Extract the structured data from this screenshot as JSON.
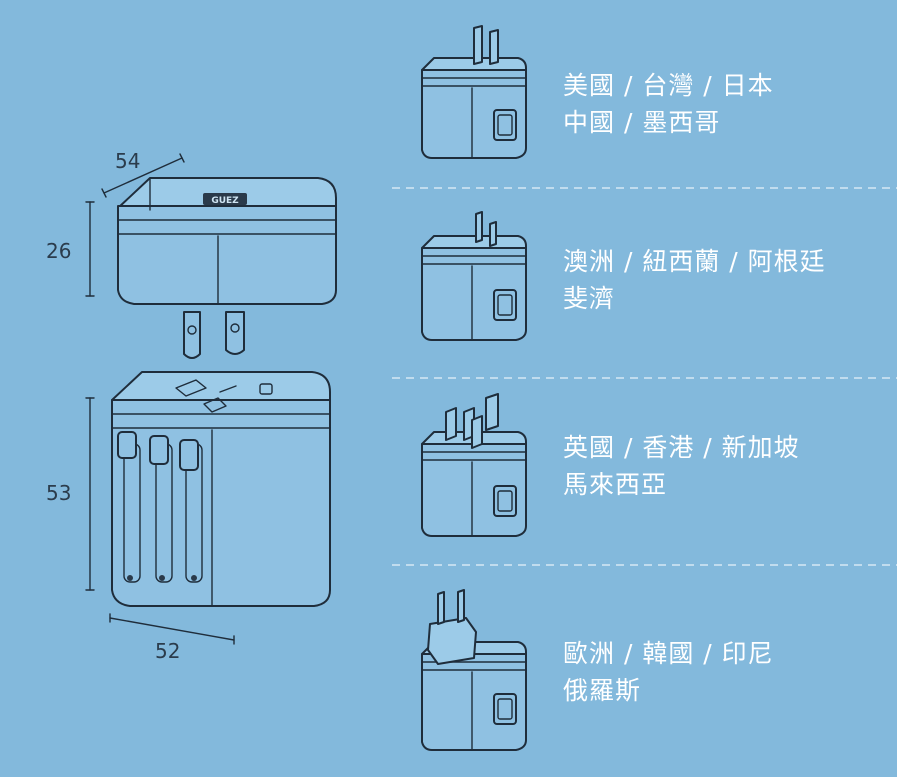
{
  "colors": {
    "background": "#83b9dc",
    "line": "#1f2d3b",
    "text": "#ffffff",
    "dimension_text": "#2b3c4c",
    "divider": "#e6f1f8"
  },
  "dimensions": {
    "top_width": "54",
    "top_height": "26",
    "bottom_height": "53",
    "bottom_width": "52"
  },
  "logo_text": "GUEZ",
  "regions": [
    {
      "plug_type": "us-plug",
      "lines": [
        "美國 / 台灣 / 日本",
        "中國 / 墨西哥"
      ]
    },
    {
      "plug_type": "au-plug",
      "lines": [
        "澳洲 / 紐西蘭 / 阿根廷",
        "斐濟"
      ]
    },
    {
      "plug_type": "uk-plug",
      "lines": [
        "英國 / 香港 / 新加坡",
        "馬來西亞"
      ]
    },
    {
      "plug_type": "eu-plug",
      "lines": [
        "歐洲 / 韓國 / 印尼",
        "俄羅斯"
      ]
    }
  ]
}
